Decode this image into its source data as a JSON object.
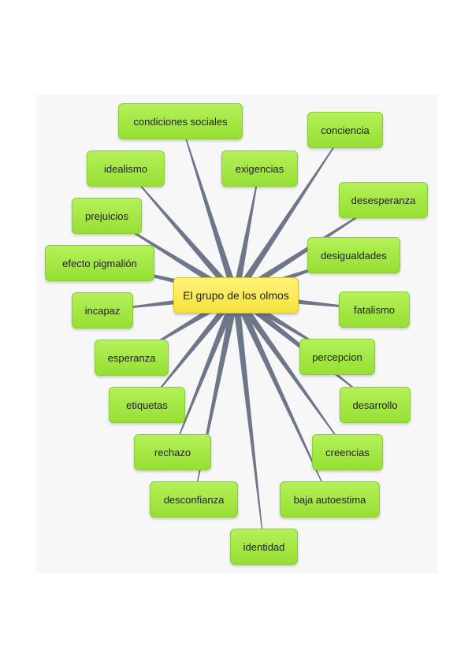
{
  "diagram": {
    "center": {
      "id": "c",
      "label": "El grupo de los olmos"
    },
    "nodes": [
      {
        "id": "n1",
        "label": "condiciones sociales"
      },
      {
        "id": "n2",
        "label": "conciencia"
      },
      {
        "id": "n3",
        "label": "idealismo"
      },
      {
        "id": "n4",
        "label": "exigencias"
      },
      {
        "id": "n5",
        "label": "desesperanza"
      },
      {
        "id": "n6",
        "label": "prejuicios"
      },
      {
        "id": "n7",
        "label": "desigualdades"
      },
      {
        "id": "n8",
        "label": "efecto pigmalión"
      },
      {
        "id": "n9",
        "label": "incapaz"
      },
      {
        "id": "n10",
        "label": "fatalismo"
      },
      {
        "id": "n11",
        "label": "esperanza"
      },
      {
        "id": "n12",
        "label": "percepcion"
      },
      {
        "id": "n13",
        "label": "etiquetas"
      },
      {
        "id": "n14",
        "label": "desarrollo"
      },
      {
        "id": "n15",
        "label": "rechazo"
      },
      {
        "id": "n16",
        "label": "creencias"
      },
      {
        "id": "n17",
        "label": "desconfianza"
      },
      {
        "id": "n18",
        "label": "baja autoestima"
      },
      {
        "id": "n19",
        "label": "identidad"
      }
    ],
    "colors": {
      "node_fill": "#a6e846",
      "center_fill": "#f7ea55",
      "link": "#6e7789"
    }
  }
}
